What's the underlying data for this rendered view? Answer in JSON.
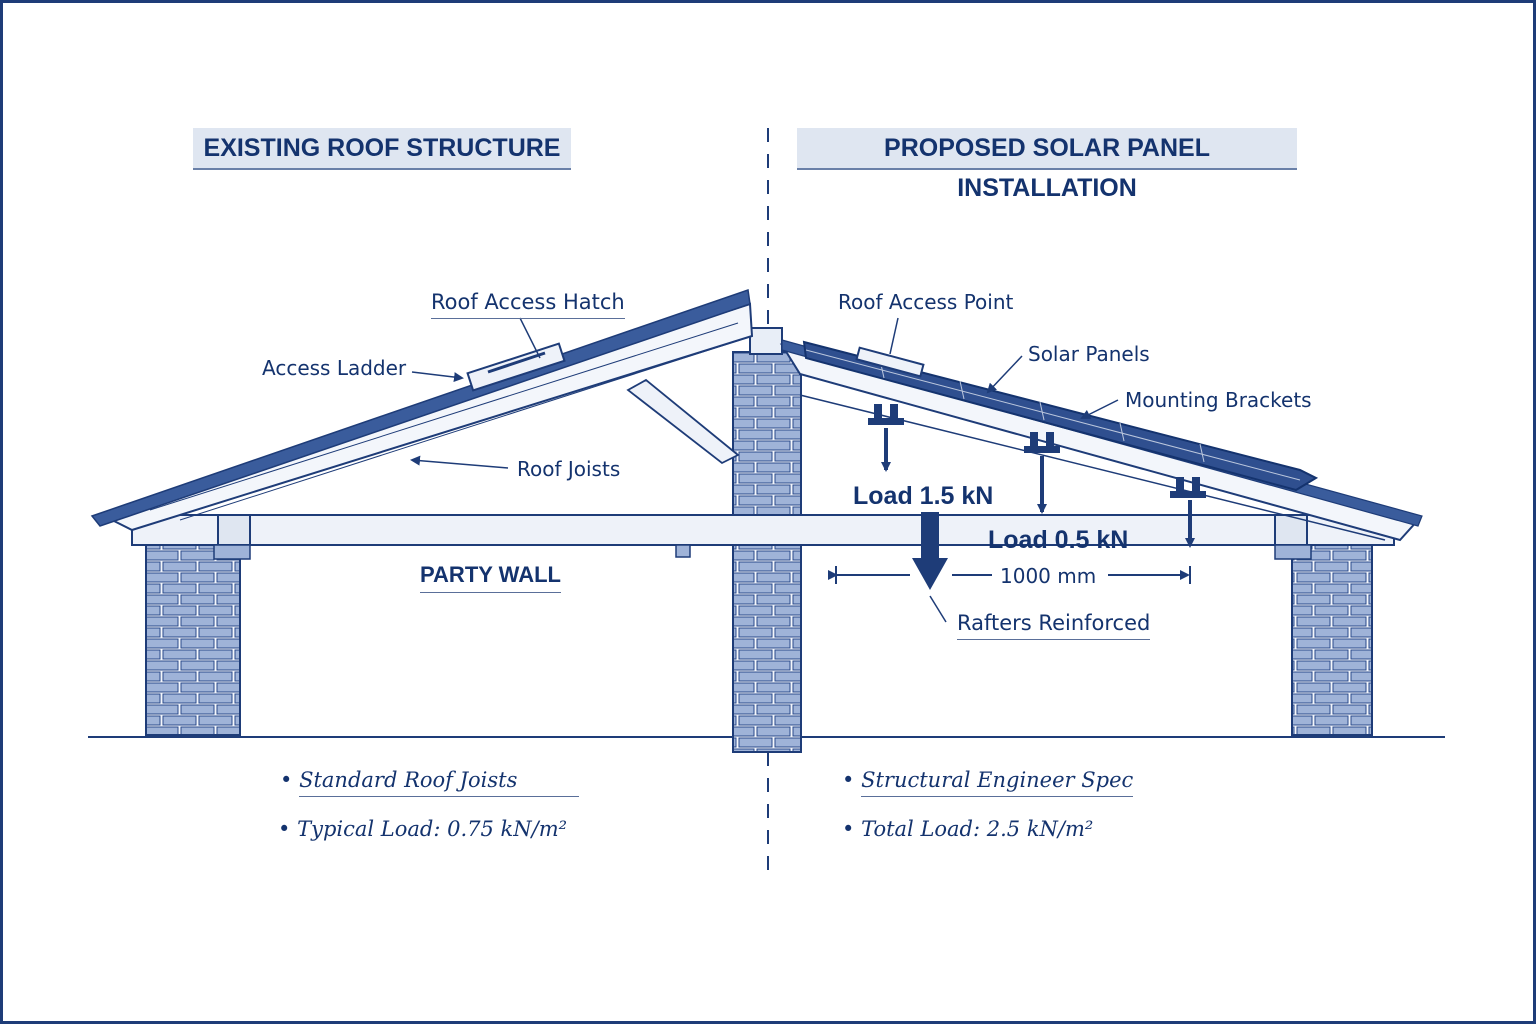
{
  "titles": {
    "left": "EXISTING ROOF STRUCTURE",
    "right": "PROPOSED SOLAR PANEL INSTALLATION"
  },
  "labels": {
    "roof_access_hatch": "Roof Access Hatch",
    "access_ladder": "Access Ladder",
    "roof_joists": "Roof Joists",
    "party_wall": "PARTY WALL",
    "roof_access_point": "Roof Access Point",
    "solar_panels": "Solar Panels",
    "mounting_brackets": "Mounting Brackets",
    "load_1": "Load 1.5 kN",
    "load_2": "Load 0.5 kN",
    "span": "1000 mm",
    "rafters_reinforced": "Rafters Reinforced"
  },
  "notes": {
    "left": [
      "Standard Roof Joists",
      "Typical Load: 0.75 kN/m²"
    ],
    "right": [
      "Structural Engineer Spec",
      "Total Load: 2.5 kN/m²"
    ]
  },
  "colors": {
    "ink": "#14336e",
    "line": "#1e3c78",
    "brick": "#9fb3d8",
    "timber": "#e8eef7",
    "panel": "#2f4f8f",
    "title_bg": "#dfe6f1"
  }
}
